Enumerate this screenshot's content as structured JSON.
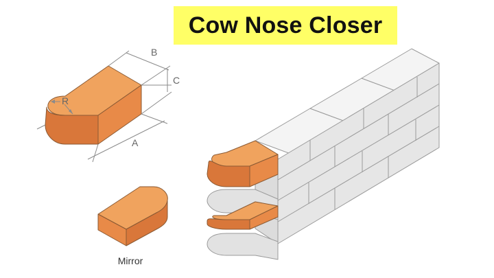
{
  "title": "Cow Nose Closer",
  "labels": {
    "dim_a": "A",
    "dim_b": "B",
    "dim_c": "C",
    "dim_r": "R",
    "mirror_caption": "Mirror"
  },
  "colors": {
    "title_highlight": "#ffff66",
    "brick_top": "#f0a35e",
    "brick_front": "#d9773a",
    "brick_side": "#e88a48",
    "wall_top": "#f4f4f4",
    "wall_face": "#e4e4e4",
    "wall_side": "#d6d6d6",
    "outline": "#9a9a9a",
    "dimension_line": "#8a8a8a"
  }
}
